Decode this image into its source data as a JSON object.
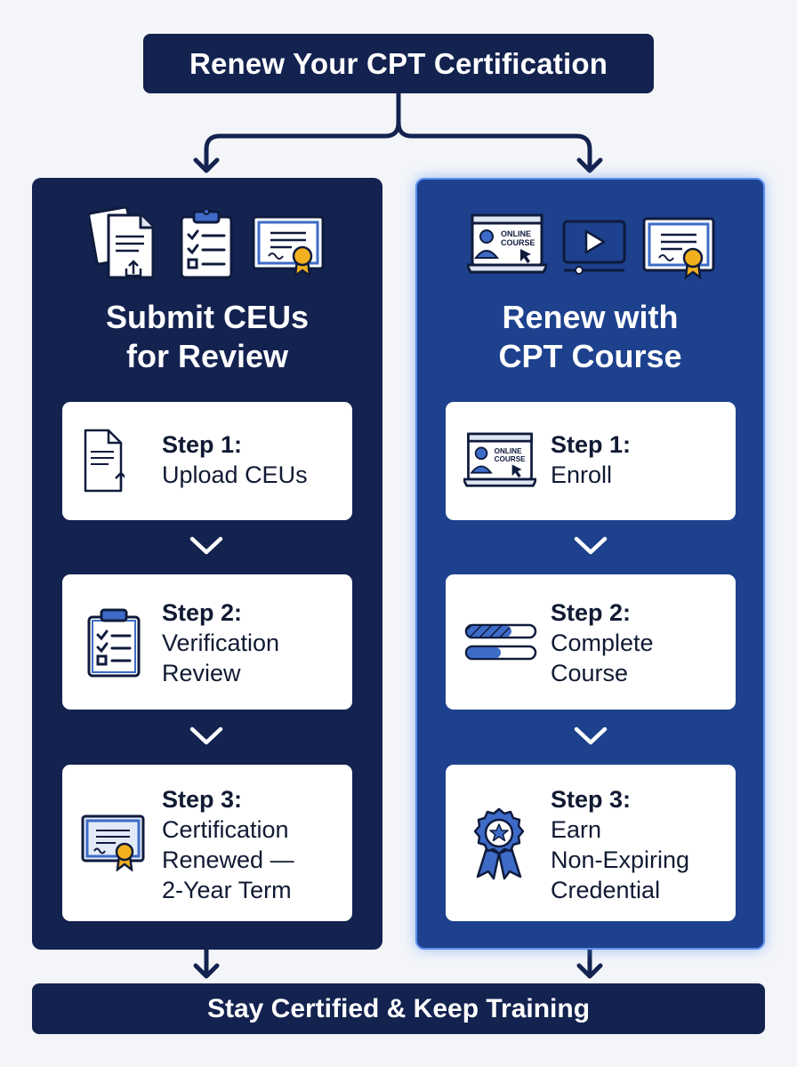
{
  "title": "Renew Your CPT Certification",
  "footer": "Stay Certified & Keep Training",
  "paths": [
    {
      "title_lines": [
        "Submit CEUs",
        "for Review"
      ],
      "header_icons": [
        "documents-upload-icon",
        "checklist-clipboard-icon",
        "certificate-icon"
      ],
      "steps": [
        {
          "label": "Step 1:",
          "lines": [
            "Upload CEUs"
          ],
          "icon": "document-upload-icon"
        },
        {
          "label": "Step 2:",
          "lines": [
            "Verification",
            "Review"
          ],
          "icon": "clipboard-checklist-icon"
        },
        {
          "label": "Step 3:",
          "lines": [
            "Certification",
            "Renewed —",
            "2-Year Term"
          ],
          "icon": "certificate-icon"
        }
      ]
    },
    {
      "title_lines": [
        "Renew with",
        "CPT Course"
      ],
      "header_icons": [
        "online-course-laptop-icon",
        "video-play-icon",
        "certificate-icon"
      ],
      "online_course_label": [
        "ONLINE",
        "COURSE"
      ],
      "steps": [
        {
          "label": "Step 1:",
          "lines": [
            "Enroll"
          ],
          "icon": "online-course-laptop-icon"
        },
        {
          "label": "Step 2:",
          "lines": [
            "Complete",
            "Course"
          ],
          "icon": "progress-bars-icon"
        },
        {
          "label": "Step 3:",
          "lines": [
            "Earn",
            "Non-Expiring",
            "Credential"
          ],
          "icon": "award-ribbon-icon"
        }
      ]
    }
  ],
  "colors": {
    "navy": "#13224f",
    "blue": "#1d418d",
    "accent": "#2f5fbf",
    "gold": "#f2b01e"
  }
}
